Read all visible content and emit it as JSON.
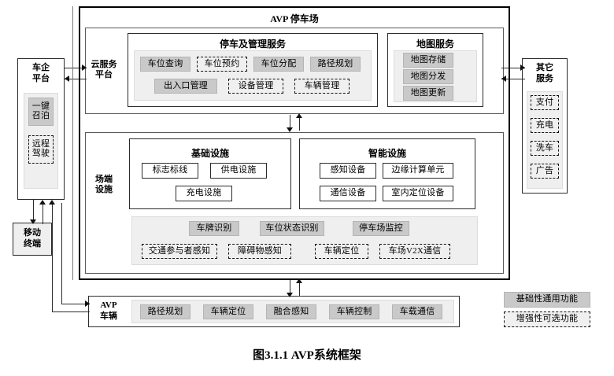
{
  "figure": {
    "caption": "图3.1.1 AVP系统框架"
  },
  "parking_lot": {
    "title": "AVP 停车场"
  },
  "cloud_section": {
    "label": "云服务\n平台",
    "label_line1": "云服务",
    "label_line2": "平台",
    "parking_service": {
      "title": "停车及管理服务",
      "row1": [
        {
          "label": "车位查询",
          "style": "solid"
        },
        {
          "label": "车位预约",
          "style": "dashed"
        },
        {
          "label": "车位分配",
          "style": "solid"
        },
        {
          "label": "路径规划",
          "style": "solid"
        }
      ],
      "row2": [
        {
          "label": "出入口管理",
          "style": "solid"
        },
        {
          "label": "设备管理",
          "style": "dashed"
        },
        {
          "label": "车辆管理",
          "style": "dashed"
        }
      ]
    },
    "map_service": {
      "title": "地图服务",
      "items": [
        {
          "label": "地图存储",
          "style": "solid"
        },
        {
          "label": "地图分发",
          "style": "solid"
        },
        {
          "label": "地图更新",
          "style": "solid"
        }
      ]
    }
  },
  "field_section": {
    "label_line1": "场端",
    "label_line2": "设施",
    "basic_facility": {
      "title": "基础设施",
      "row1": [
        {
          "label": "标志标线",
          "style": "plain"
        },
        {
          "label": "供电设施",
          "style": "plain"
        }
      ],
      "row2": [
        {
          "label": "充电设施",
          "style": "plain"
        }
      ]
    },
    "smart_facility": {
      "title": "智能设施",
      "row1": [
        {
          "label": "感知设备",
          "style": "plain"
        },
        {
          "label": "边缘计算单元",
          "style": "plain"
        }
      ],
      "row2": [
        {
          "label": "通信设备",
          "style": "plain"
        },
        {
          "label": "室内定位设备",
          "style": "plain"
        }
      ]
    },
    "perception": {
      "row1": [
        {
          "label": "车牌识别",
          "style": "solid"
        },
        {
          "label": "车位状态识别",
          "style": "solid"
        },
        {
          "label": "停车场监控",
          "style": "solid"
        }
      ],
      "row2": [
        {
          "label": "交通参与者感知",
          "style": "dashed"
        },
        {
          "label": "障碍物感知",
          "style": "dashed"
        },
        {
          "label": "车辆定位",
          "style": "dashed"
        },
        {
          "label": "车场V2X通信",
          "style": "dashed"
        }
      ]
    }
  },
  "oem_platform": {
    "label_line1": "车企",
    "label_line2": "平台",
    "items": [
      {
        "label": "一键\n召泊",
        "l1": "一键",
        "l2": "召泊",
        "style": "solid"
      },
      {
        "label": "远程\n驾驶",
        "l1": "远程",
        "l2": "驾驶",
        "style": "dashed"
      }
    ]
  },
  "mobile_terminal": {
    "label_line1": "移动",
    "label_line2": "终端"
  },
  "other_services": {
    "label_line1": "其它",
    "label_line2": "服务",
    "items": [
      {
        "label": "支付",
        "style": "dashed"
      },
      {
        "label": "充电",
        "style": "dashed"
      },
      {
        "label": "洗车",
        "style": "dashed"
      },
      {
        "label": "广告",
        "style": "dashed"
      }
    ]
  },
  "avp_vehicle": {
    "label_line1": "AVP",
    "label_line2": "车辆",
    "items": [
      {
        "label": "路径规划",
        "style": "solid"
      },
      {
        "label": "车辆定位",
        "style": "solid"
      },
      {
        "label": "融合感知",
        "style": "solid"
      },
      {
        "label": "车辆控制",
        "style": "solid"
      },
      {
        "label": "车载通信",
        "style": "solid"
      }
    ]
  },
  "legend": {
    "items": [
      {
        "label": "基础性通用功能",
        "style": "solid"
      },
      {
        "label": "增强性可选功能",
        "style": "dashed"
      }
    ]
  },
  "colors": {
    "chip_solid_fill": "#c9c9c9",
    "chip_dashed_fill": "#f0f0f0",
    "panel_soft_fill": "#efefef",
    "line": "#2b2b2b",
    "frame": "#000000"
  }
}
